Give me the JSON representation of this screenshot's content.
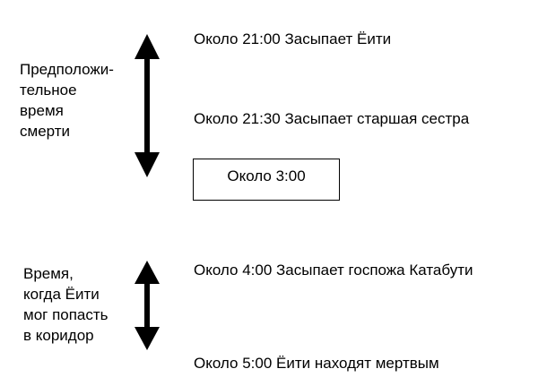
{
  "diagram": {
    "groups": [
      {
        "label": "Предположи-\nтельное\nвремя\nсмерти"
      },
      {
        "label": "Время,\nкогда Ёити\nмог попасть\nв коридор"
      }
    ],
    "events": [
      {
        "text": "Около 21:00 Засыпает Ёити"
      },
      {
        "text": "Около 21:30 Засыпает старшая сестра"
      },
      {
        "text": "Около 3:00",
        "boxed": true
      },
      {
        "text": "Около 4:00 Засыпает госпожа Катабути"
      },
      {
        "text": "Около 5:00 Ёити находят мертвым"
      }
    ],
    "colors": {
      "ink": "#000000",
      "background": "#ffffff"
    },
    "icons": [
      "double-arrow-vertical-icon",
      "double-arrow-vertical-icon"
    ]
  }
}
